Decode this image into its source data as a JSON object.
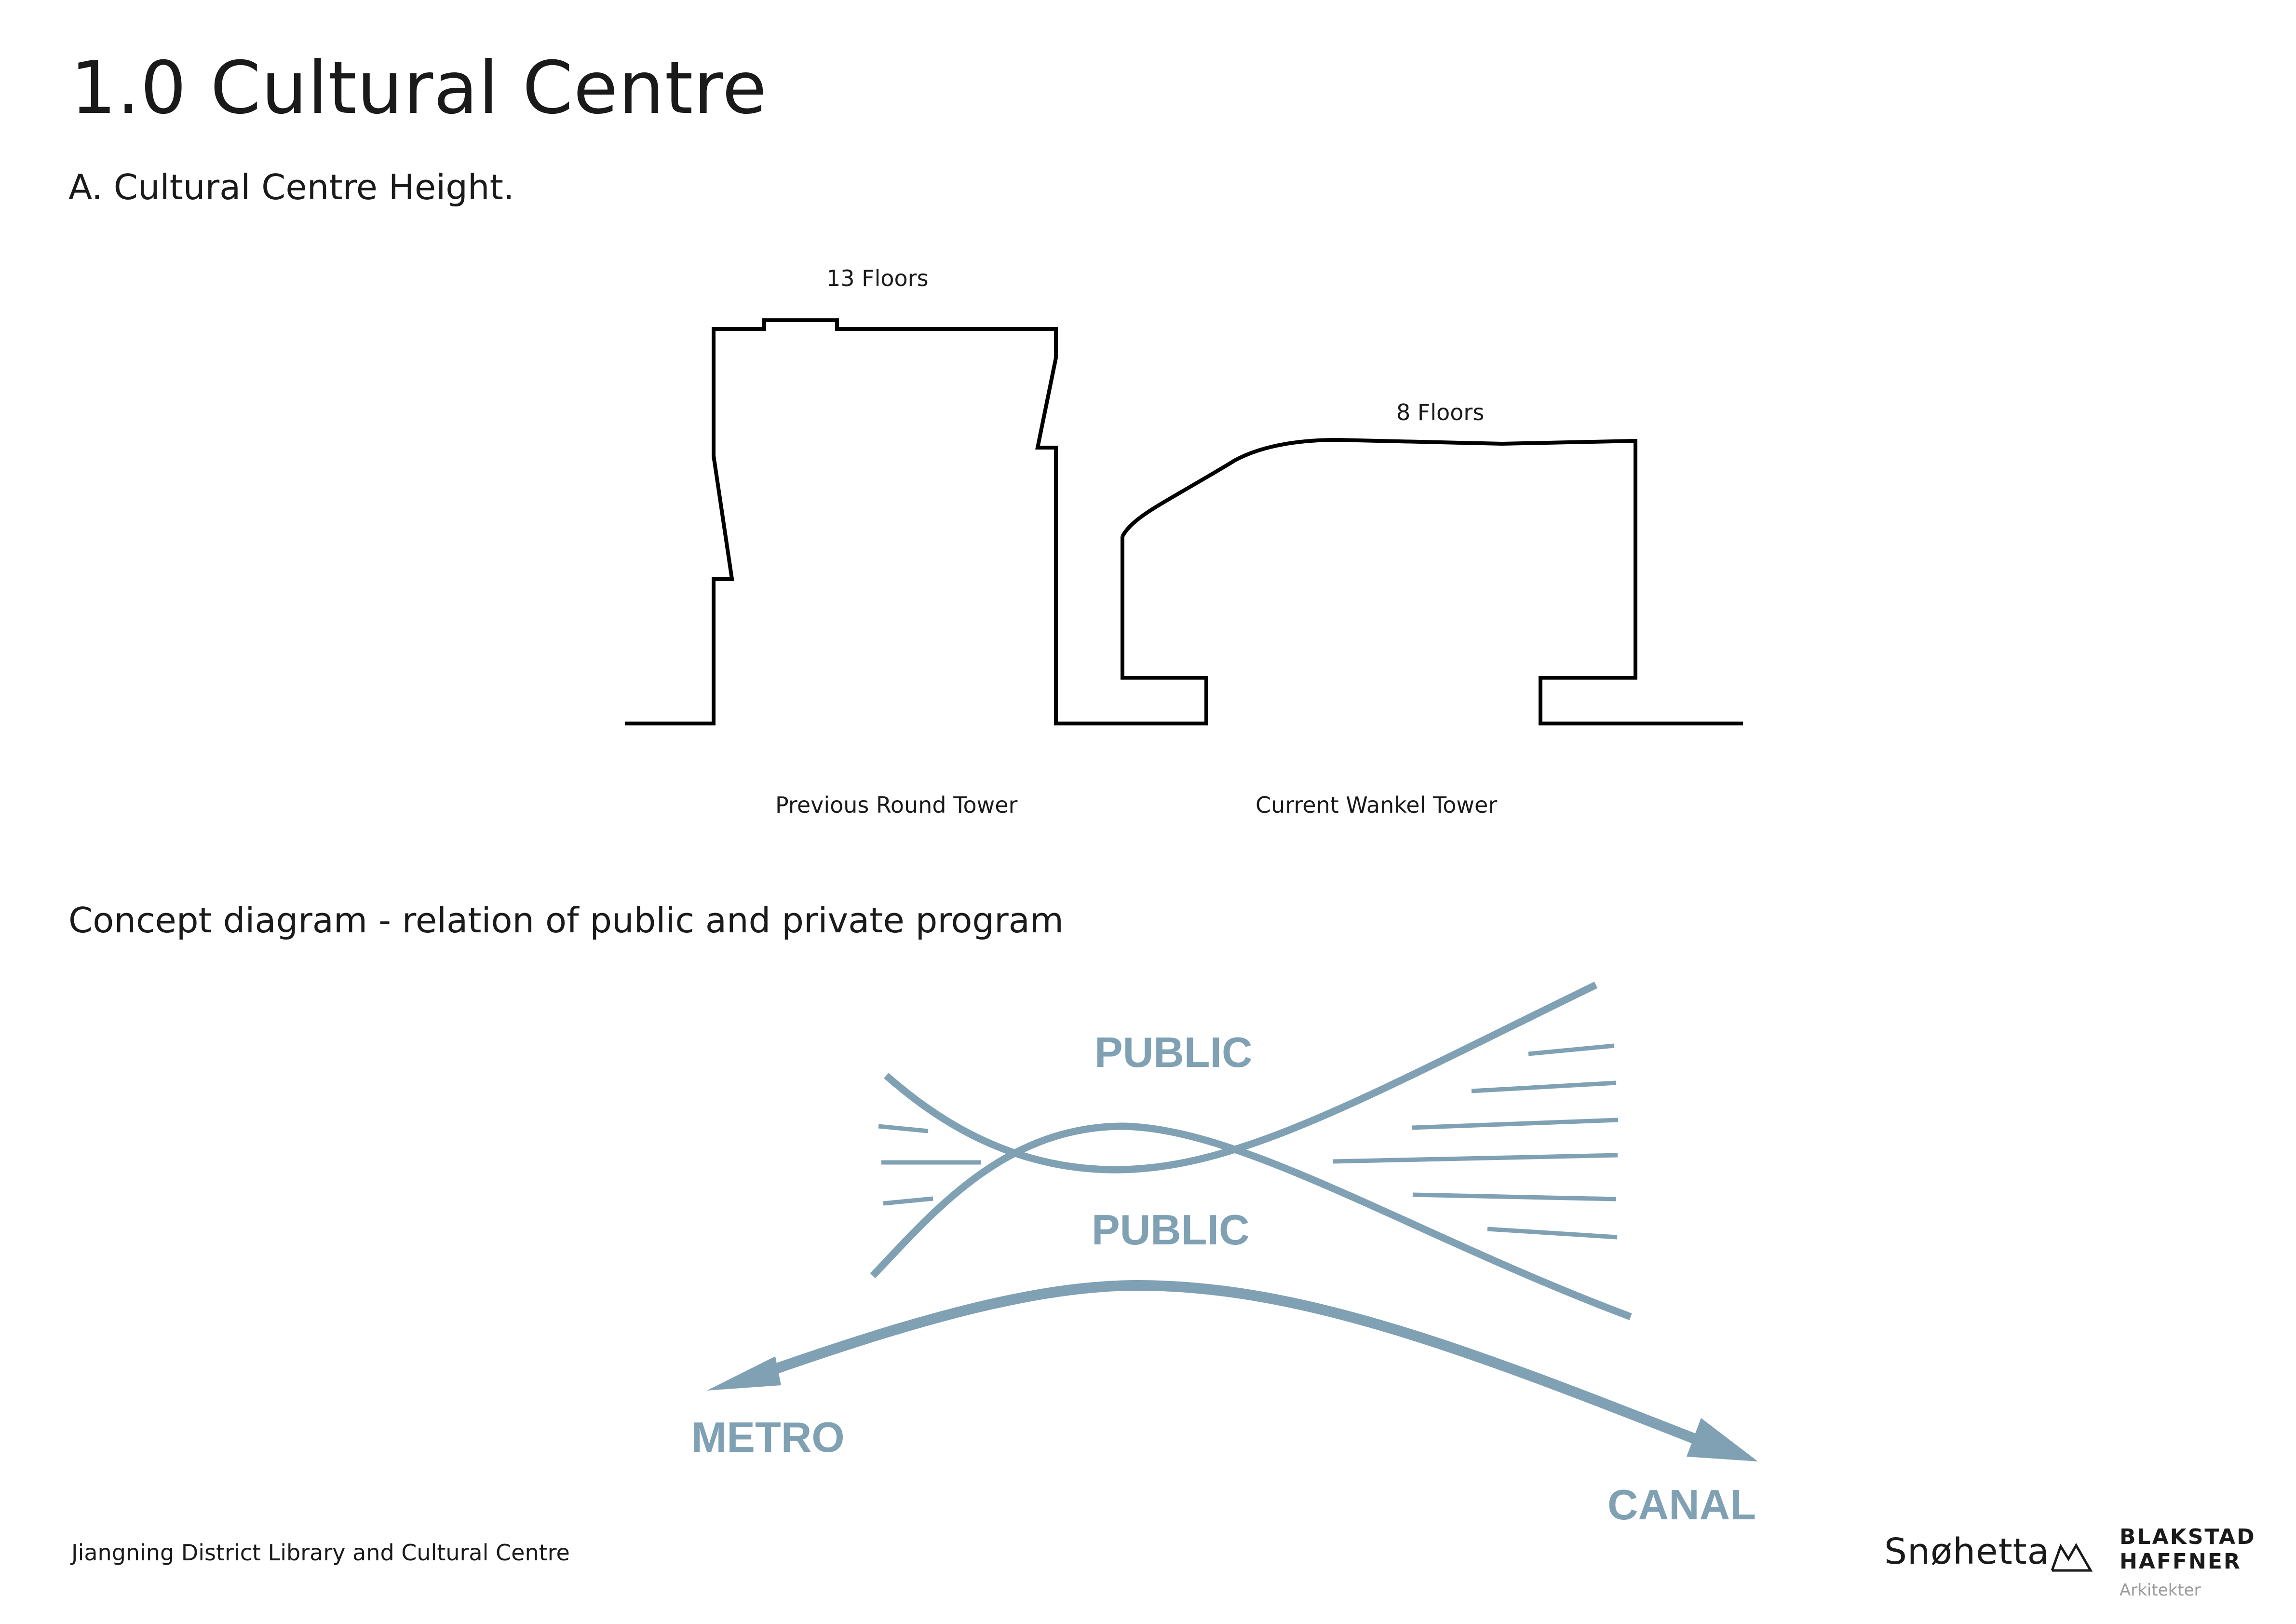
{
  "page": {
    "title": "1.0 Cultural Centre",
    "section_height": "A. Cultural Centre Height.",
    "section_concept": "Concept diagram - relation of public and private program"
  },
  "height_diagram": {
    "left_floors_label": "13 Floors",
    "right_floors_label": "8 Floors",
    "left_tower_caption": "Previous Round Tower",
    "right_tower_caption": "Current Wankel Tower"
  },
  "concept_diagram": {
    "color": "#7fa1b3",
    "label_public_top": "PUBLIC",
    "label_public_bottom": "PUBLIC",
    "label_metro": "METRO",
    "label_canal": "CANAL"
  },
  "footer": {
    "project_name": "Jiangning District Library and Cultural Centre",
    "logo_snohetta": "Snøhetta",
    "logo_bh_line1": "BLAKSTAD",
    "logo_bh_line2": "HAFFNER",
    "logo_bh_sub": "Arkitekter"
  }
}
